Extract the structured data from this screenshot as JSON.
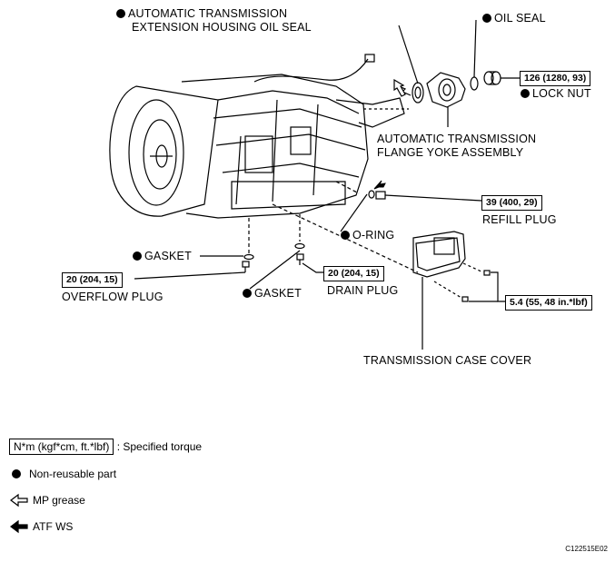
{
  "labels": {
    "ext_housing_seal_1": "AUTOMATIC TRANSMISSION",
    "ext_housing_seal_2": "EXTENSION HOUSING OIL SEAL",
    "oil_seal": "OIL SEAL",
    "lock_nut": "LOCK NUT",
    "flange_yoke_1": "AUTOMATIC TRANSMISSION",
    "flange_yoke_2": "FLANGE YOKE ASSEMBLY",
    "refill_plug": "REFILL PLUG",
    "o_ring": "O-RING",
    "gasket_left": "GASKET",
    "gasket_right": "GASKET",
    "overflow_plug": "OVERFLOW PLUG",
    "drain_plug": "DRAIN PLUG",
    "case_cover": "TRANSMISSION CASE COVER"
  },
  "torques": {
    "lock_nut": "126 (1280, 93)",
    "refill_plug": "39 (400, 29)",
    "overflow_plug": "20 (204, 15)",
    "drain_plug": "20 (204, 15)",
    "case_cover": "5.4 (55, 48 in.*lbf)"
  },
  "legend": {
    "torque_unit": "N*m (kgf*cm, ft.*lbf)",
    "torque_desc": ": Specified torque",
    "non_reusable": "Non-reusable part",
    "mp_grease": "MP grease",
    "atf_ws": "ATF WS"
  },
  "figure_id": "C122515E02"
}
